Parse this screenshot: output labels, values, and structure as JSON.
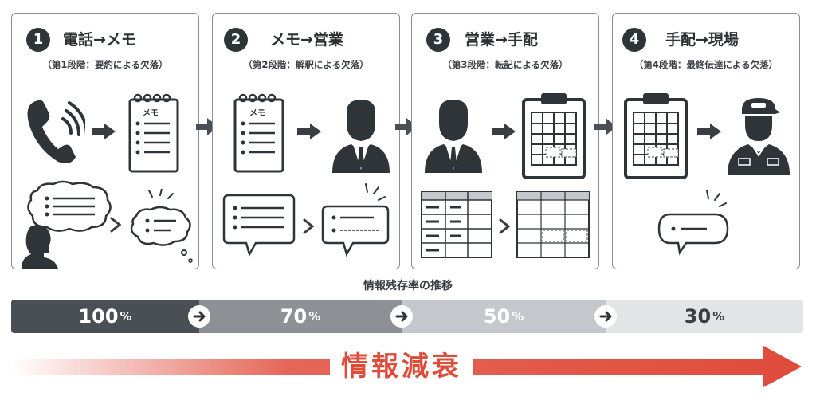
{
  "stages": [
    {
      "num": "1",
      "title": "電話→メモ",
      "sub": "（第1段階：要約による欠落）"
    },
    {
      "num": "2",
      "title": "メモ→営業",
      "sub": "（第2段階：解釈による欠落）"
    },
    {
      "num": "3",
      "title": "営業→手配",
      "sub": "（第3段階：転記による欠落）"
    },
    {
      "num": "4",
      "title": "手配→現場",
      "sub": "（第4段階：最終伝達による欠落）"
    }
  ],
  "memo_label": "メモ",
  "retention": {
    "caption": "情報残存率の推移",
    "unit": "%",
    "steps": [
      {
        "value": "100",
        "color": "#4a4f55",
        "text_color": "#ffffff"
      },
      {
        "value": "70",
        "color": "#8d9196",
        "text_color": "#ffffff"
      },
      {
        "value": "50",
        "color": "#c4c7cb",
        "text_color": "#ffffff"
      },
      {
        "value": "30",
        "color": "#e3e4e6",
        "text_color": "#3a3e43"
      }
    ]
  },
  "decay": {
    "label": "情報減衰",
    "color": "#e04b3a"
  },
  "icons": [
    "phone-icon",
    "memo-icon",
    "person-icon",
    "clipboard-icon",
    "worker-icon",
    "speech-bubble-icon",
    "table-icon",
    "arrow-right-icon"
  ]
}
